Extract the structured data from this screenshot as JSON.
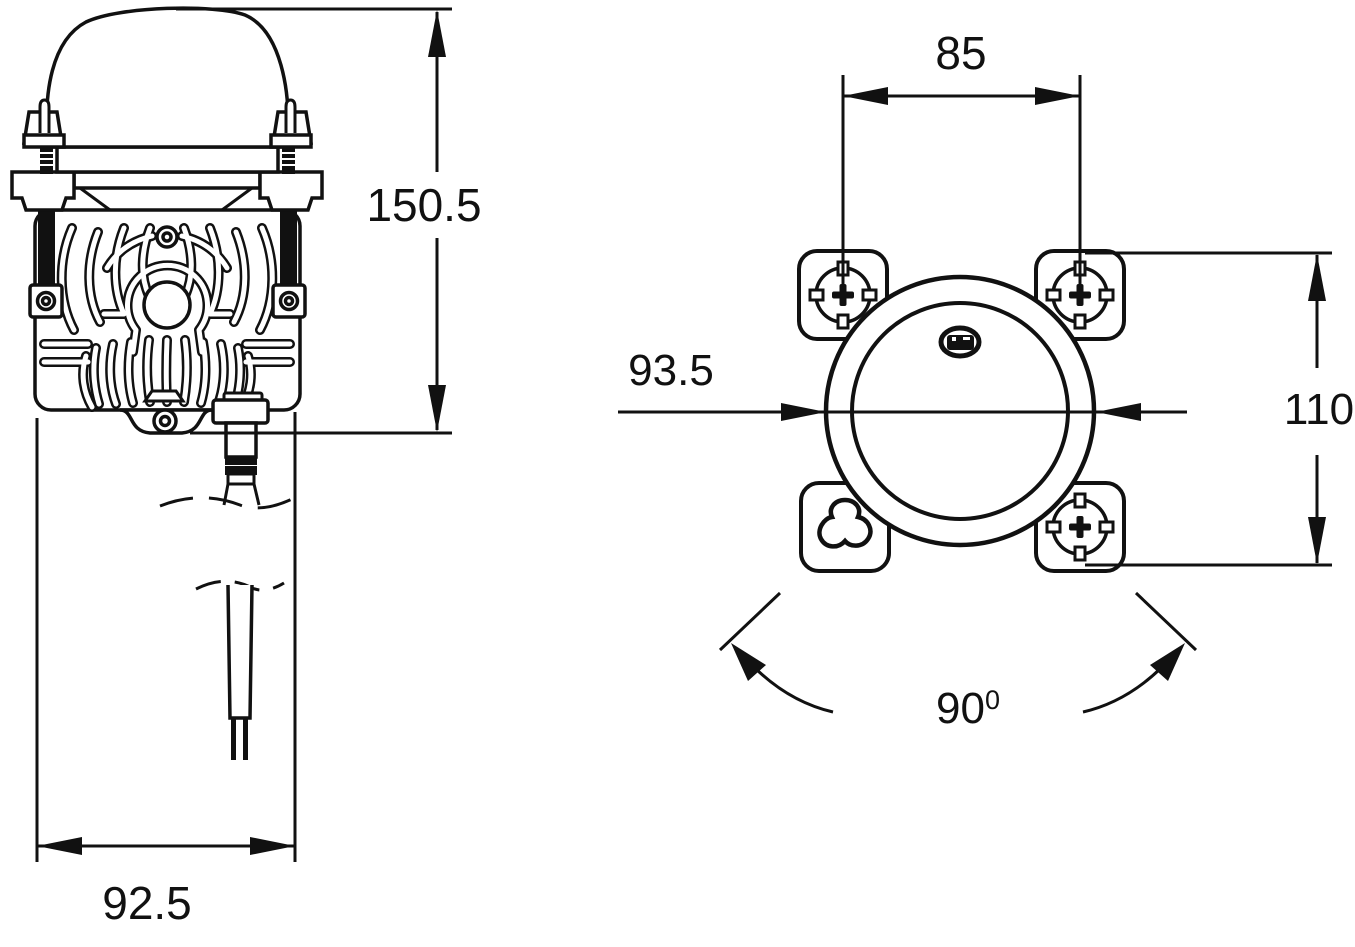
{
  "drawing": {
    "type": "technical-dimension-drawing",
    "views": {
      "front": "beacon-side-view-with-cable",
      "mounting": "mounting-plate-view"
    },
    "dimensions": {
      "overall_height": {
        "value": "150.5"
      },
      "body_width": {
        "value": "92.5"
      },
      "hole_spacing_horizontal": {
        "value": "85"
      },
      "body_diameter": {
        "value": "93.5"
      },
      "bracket_height": {
        "value": "110"
      },
      "rotation_angle": {
        "value": "90",
        "superscript": "0"
      }
    },
    "colors": {
      "line": "#111111",
      "background": "#ffffff"
    }
  }
}
